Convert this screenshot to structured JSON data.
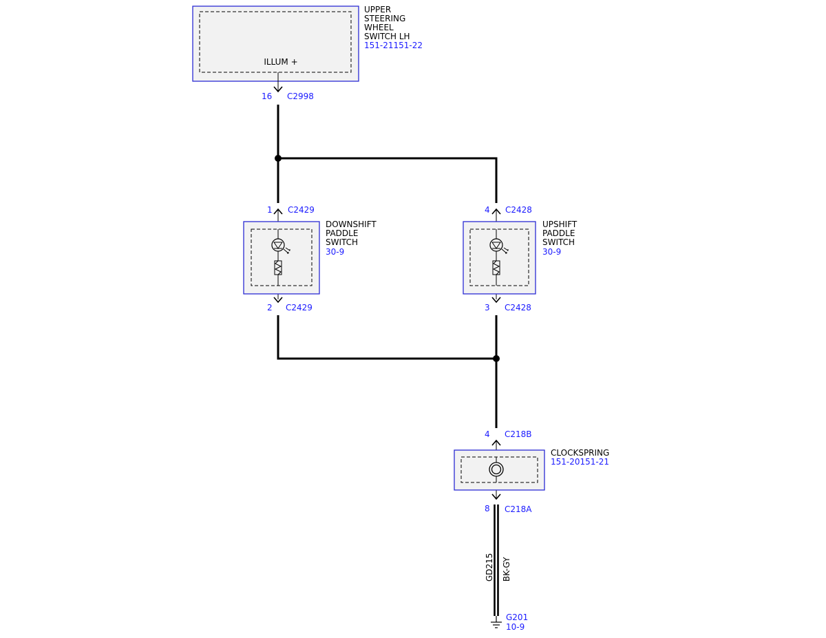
{
  "components": {
    "upper_switch": {
      "name_lines": [
        "UPPER",
        "STEERING",
        "WHEEL",
        "SWITCH LH"
      ],
      "ref": "151-21151-22",
      "pin_label": "ILLUM +"
    },
    "downshift": {
      "name_lines": [
        "DOWNSHIFT",
        "PADDLE",
        "SWITCH"
      ],
      "ref": "30-9"
    },
    "upshift": {
      "name_lines": [
        "UPSHIFT",
        "PADDLE",
        "SWITCH"
      ],
      "ref": "30-9"
    },
    "clockspring": {
      "name_lines": [
        "CLOCKSPRING"
      ],
      "ref": "151-20151-21"
    }
  },
  "connectors": {
    "c2998": {
      "pin": "16",
      "id": "C2998"
    },
    "c2429_1": {
      "pin": "1",
      "id": "C2429"
    },
    "c2429_2": {
      "pin": "2",
      "id": "C2429"
    },
    "c2428_4": {
      "pin": "4",
      "id": "C2428"
    },
    "c2428_3": {
      "pin": "3",
      "id": "C2428"
    },
    "c218b": {
      "pin": "4",
      "id": "C218B"
    },
    "c218a": {
      "pin": "8",
      "id": "C218A"
    }
  },
  "wire": {
    "circuit": "GD215",
    "color": "BK-GY"
  },
  "ground": {
    "id": "G201",
    "ref": "10-9"
  },
  "colors": {
    "reference": "#1a1aff",
    "component_border": "#2a2ad4",
    "component_fill": "#f2f2f2"
  }
}
